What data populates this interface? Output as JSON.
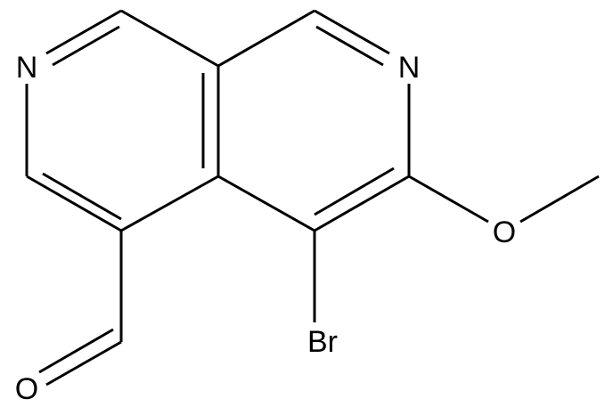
{
  "structure": {
    "atoms": {
      "n_left": "N",
      "n_right": "N",
      "methoxy_oxygen": "O",
      "bromine": "Br",
      "aldehyde_oxygen": "O"
    },
    "colors": {
      "background": "#ffffff",
      "bond": "#000000",
      "label": "#000000"
    }
  }
}
